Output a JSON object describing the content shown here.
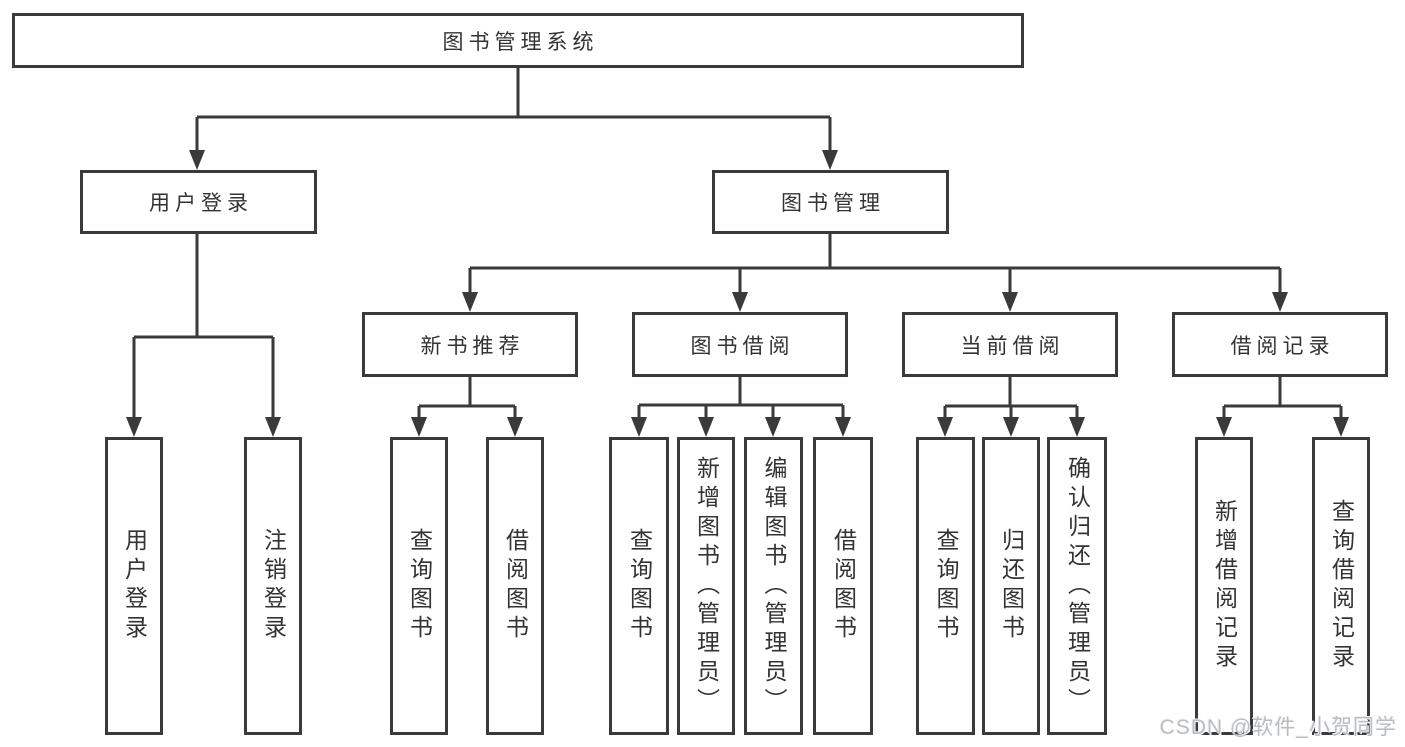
{
  "diagram": {
    "root": {
      "label": "图书管理系统"
    },
    "level2": [
      {
        "label": "用户登录"
      },
      {
        "label": "图书管理"
      }
    ],
    "level3": [
      {
        "label": "新书推荐"
      },
      {
        "label": "图书借阅"
      },
      {
        "label": "当前借阅"
      },
      {
        "label": "借阅记录"
      }
    ],
    "leaves": [
      {
        "label": "用户登录",
        "parent": "用户登录"
      },
      {
        "label": "注销登录",
        "parent": "用户登录"
      },
      {
        "label": "查询图书",
        "parent": "新书推荐"
      },
      {
        "label": "借阅图书",
        "parent": "新书推荐"
      },
      {
        "label": "查询图书",
        "parent": "图书借阅"
      },
      {
        "label": "新增图书（管理员）",
        "parent": "图书借阅"
      },
      {
        "label": "编辑图书（管理员）",
        "parent": "图书借阅"
      },
      {
        "label": "借阅图书",
        "parent": "图书借阅"
      },
      {
        "label": "查询图书",
        "parent": "当前借阅"
      },
      {
        "label": "归还图书",
        "parent": "当前借阅"
      },
      {
        "label": "确认归还（管理员）",
        "parent": "当前借阅"
      },
      {
        "label": "新增借阅记录",
        "parent": "借阅记录"
      },
      {
        "label": "查询借阅记录",
        "parent": "借阅记录"
      }
    ],
    "watermark": "CSDN @软件_小贺同学",
    "colors": {
      "line": "#3a3a3a",
      "text": "#333333",
      "box_fill": "#ffffff",
      "watermark": "#b9bdc3",
      "background": "#ffffff"
    }
  }
}
